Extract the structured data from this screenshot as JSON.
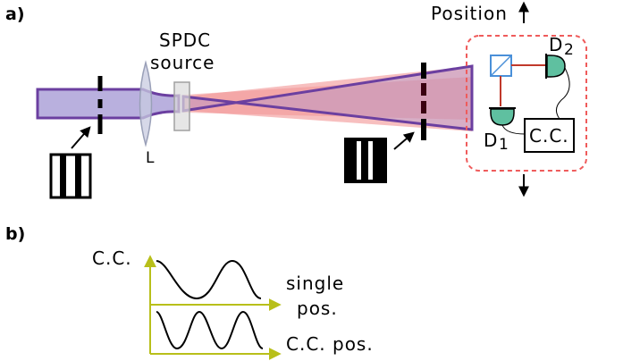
{
  "panel_a": {
    "label": "a)",
    "source_label_line1": "SPDC",
    "source_label_line2": "source",
    "lens_label": "L",
    "position_label": "Position",
    "detector1_label": "D",
    "detector1_sub": "1",
    "detector2_label": "D",
    "detector2_sub": "2",
    "coincidence_box_label": "C.C.",
    "colors": {
      "pump_beam": "#b9b0de",
      "pump_edge": "#6b3fa0",
      "spdc_cone": "#f08a8a",
      "detector": "#5fc0a0",
      "beamsplitter": "#4a90d9",
      "dashed_box": "#ef5b5b",
      "wire": "#c0392b"
    }
  },
  "panel_b": {
    "label": "b)",
    "y_axis_label": "C.C.",
    "curve1_label_line1": "single",
    "curve1_label_line2": "pos.",
    "curve2_label": "C.C. pos.",
    "axis_color": "#b8bf1a"
  }
}
